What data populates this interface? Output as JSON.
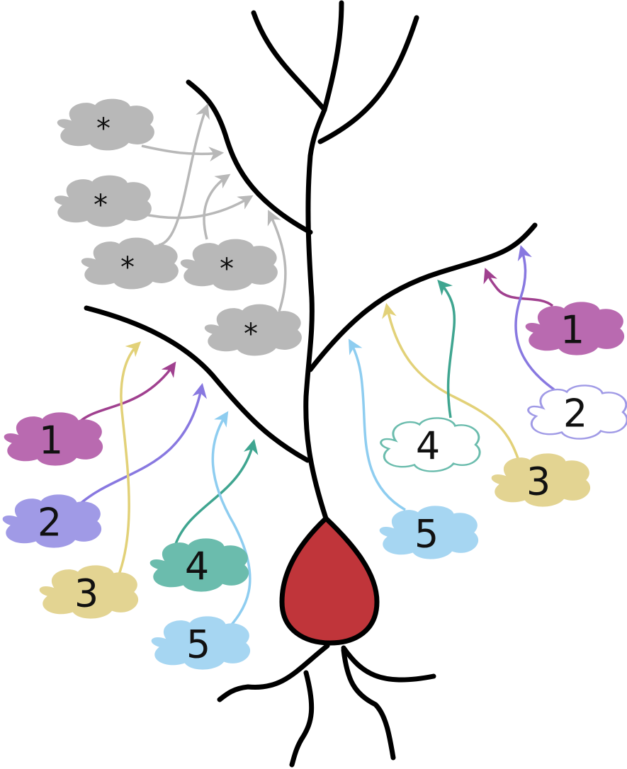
{
  "colors": {
    "neuron_stroke": "#000000",
    "soma_fill": "#c0353a",
    "input_gray": "#b8b8b8",
    "input_1": "#b96ab0",
    "arrow_1": "#a0408f",
    "input_2": "#a09ae6",
    "arrow_2": "#8878e0",
    "input_3": "#e3d492",
    "arrow_3": "#e2d178",
    "input_4": "#6bbcad",
    "arrow_4": "#3fa590",
    "input_5": "#a6d6f2",
    "arrow_5": "#8ecdf0",
    "outline_2": "#a09ae6",
    "outline_4": "#6bbcad"
  },
  "labels": {
    "star": "*",
    "one": "1",
    "two": "2",
    "three": "3",
    "four": "4",
    "five": "5"
  }
}
